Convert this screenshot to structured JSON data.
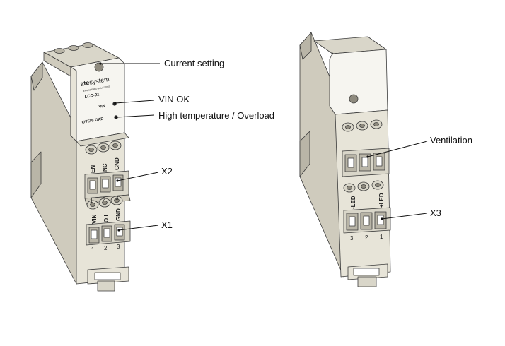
{
  "left_module": {
    "brand_prefix": "ate",
    "brand_suffix": "system",
    "brand_tagline": "ENGINEERED SOLUTIONS",
    "model": "LCC-01",
    "led_vin_label": "VIN",
    "led_overload_label": "OVERLOAD",
    "x2_pins": [
      "EN",
      "NC",
      "GND"
    ],
    "x2_numbers": [
      "1",
      "2",
      "3"
    ],
    "x1_pins": [
      "VIN",
      "O.L",
      "GND"
    ],
    "x1_numbers": [
      "1",
      "2",
      "3"
    ]
  },
  "right_module": {
    "x3_pins": [
      "-LED",
      "+LED"
    ],
    "x3_numbers": [
      "3",
      "2",
      "1"
    ]
  },
  "callouts": {
    "current_setting": "Current setting",
    "vin_ok": "VIN OK",
    "high_temp": "High temperature / Overload",
    "x2": "X2",
    "x1": "X1",
    "ventilation": "Ventilation",
    "x3": "X3"
  },
  "colors": {
    "housing": "#e7e4d8",
    "housing_shade": "#cfcbbd",
    "housing_dark": "#b9b5a7",
    "label_panel": "#f6f5f0",
    "terminal": "#d9d6c9",
    "outline": "#3a3a3a"
  }
}
